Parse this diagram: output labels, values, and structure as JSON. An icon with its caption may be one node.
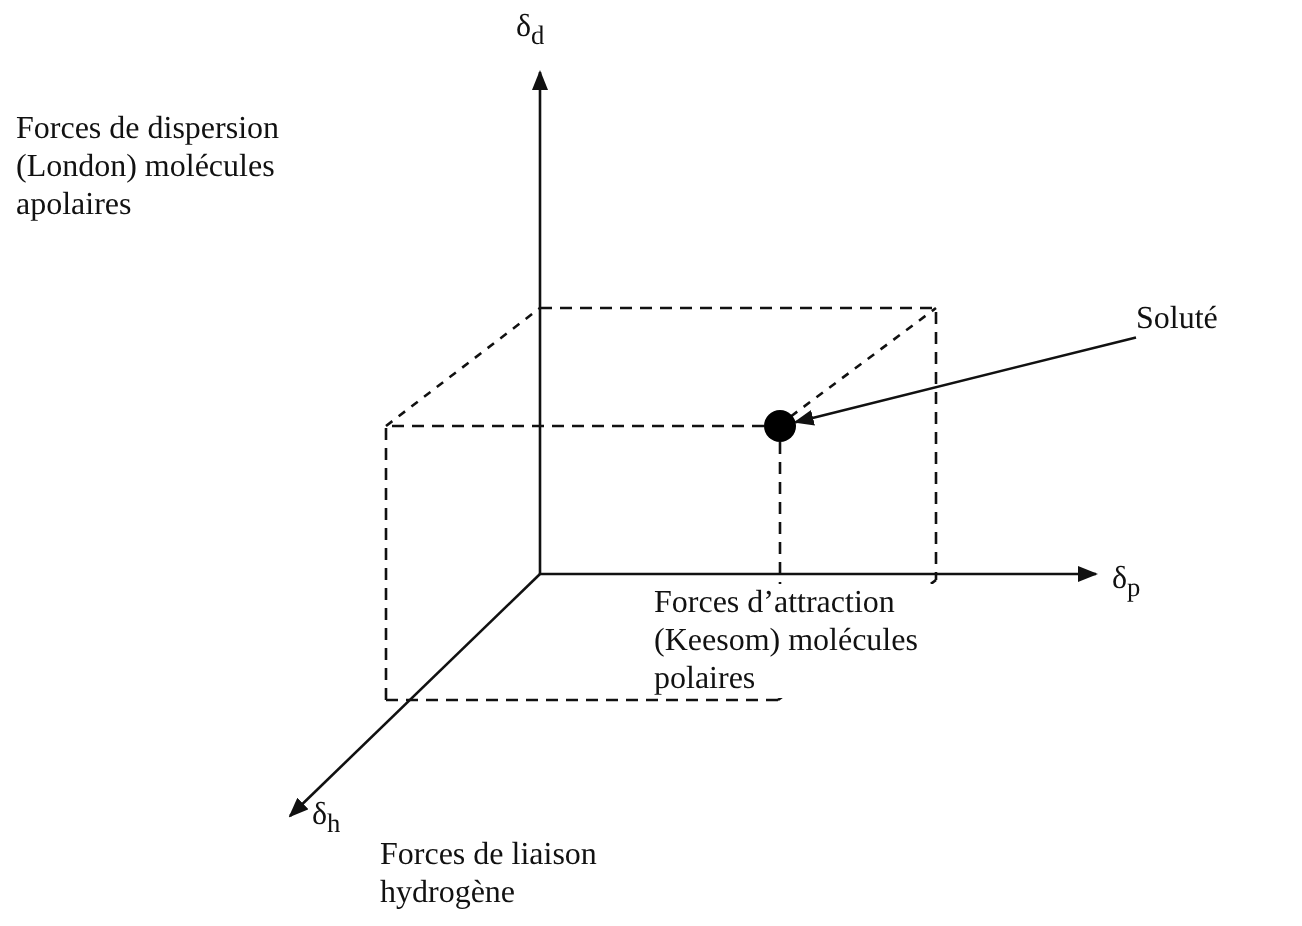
{
  "diagram": {
    "nodes": [
      {
        "text": [
          "Soluté"
        ]
      },
      {
        "text": [],
        "shape": "circle"
      }
    ],
    "edges": [
      {
        "from": 0,
        "to": 1,
        "arrow": "to"
      }
    ],
    "labels": [
      "δ$_{d}$",
      "Forces de dispersion (London) molécules apolaires",
      "Forces d’attraction (Keesom) molécules polaires",
      "δ$_{p}$",
      "δ$_{h}$",
      "Forces de liaison hydrogène"
    ]
  }
}
